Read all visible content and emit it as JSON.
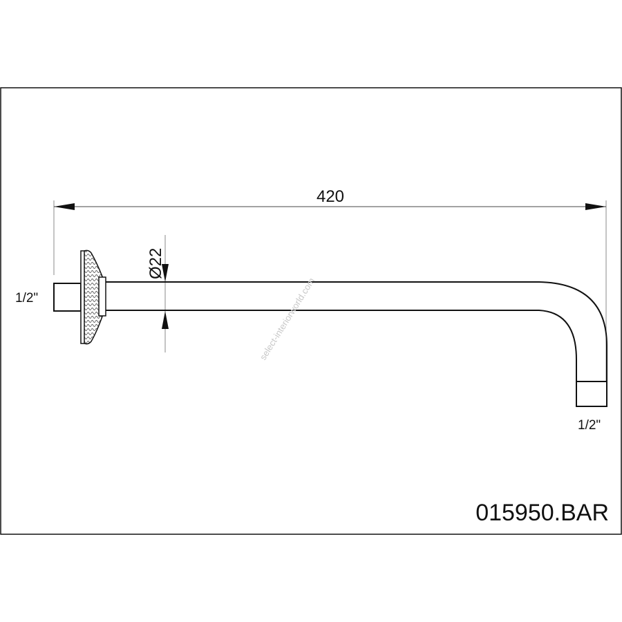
{
  "drawing": {
    "length_dimension": "420",
    "diameter_dimension": "Ø22",
    "inlet_thread": "1/2\"",
    "outlet_thread": "1/2\"",
    "product_code": "015950.BAR",
    "watermark": "select-interiorworld.com"
  }
}
